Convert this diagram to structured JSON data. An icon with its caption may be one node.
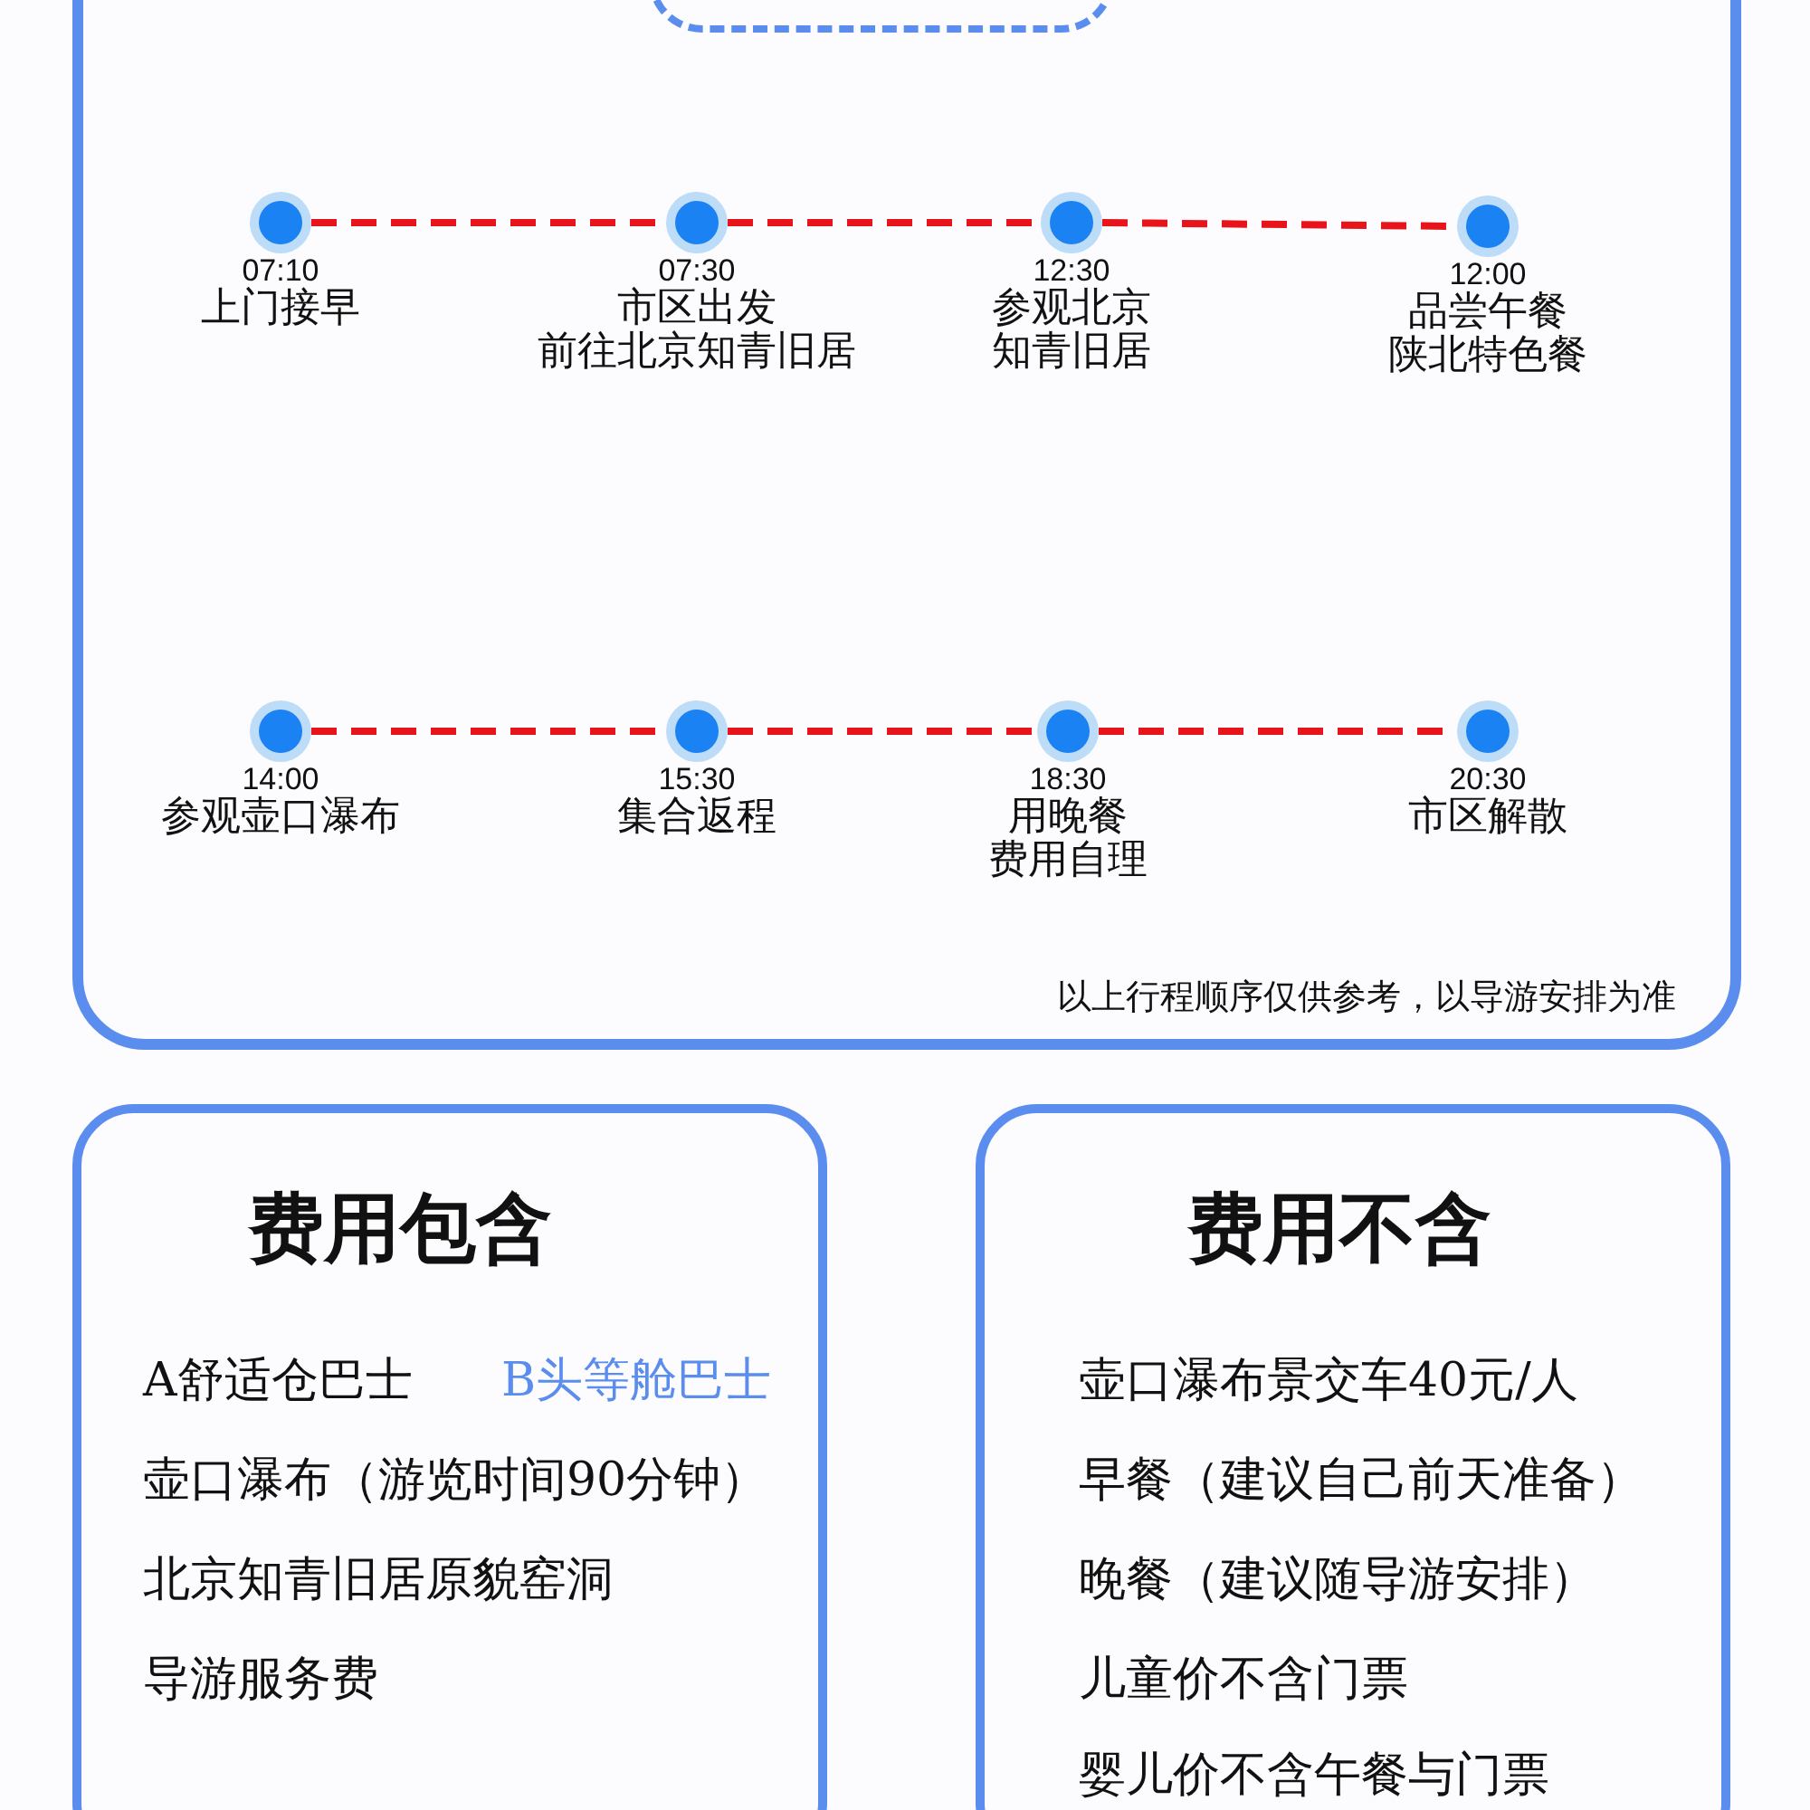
{
  "diagram": {
    "nodes": [
      {
        "text": [],
        "shape": "box"
      },
      {
        "text": [],
        "shape": "box",
        "in": 0
      },
      {
        "text": [],
        "shape": "circle",
        "in": 0,
        "beside": [
          "07:10",
          "上门接早"
        ]
      },
      {
        "text": [],
        "shape": "circle",
        "in": 0,
        "beside": [
          "07:30",
          "市区出发",
          "前往北京知青旧居"
        ]
      },
      {
        "text": [],
        "shape": "circle",
        "in": 0,
        "beside": [
          "12:30",
          "参观北京",
          "知青旧居"
        ]
      },
      {
        "text": [],
        "shape": "circle",
        "in": 0,
        "beside": [
          "12:00",
          "品尝午餐",
          "陕北特色餐"
        ]
      },
      {
        "text": [],
        "shape": "circle",
        "in": 0,
        "beside": [
          "14:00",
          "参观壶口瀑布"
        ]
      },
      {
        "text": [],
        "shape": "circle",
        "in": 0,
        "beside": [
          "15:30",
          "集合返程"
        ]
      },
      {
        "text": [],
        "shape": "circle",
        "in": 0,
        "beside": [
          "18:30",
          "用晚餐",
          "费用自理"
        ]
      },
      {
        "text": [],
        "shape": "circle",
        "in": 0,
        "beside": [
          "20:30",
          "市区解散"
        ]
      },
      {
        "text": [
          "费用包含",
          "A舒适仓巴士",
          "B头等舱巴士",
          "壶口瀑布（游览时间90分钟）",
          "北京知青旧居原貌窑洞",
          "导游服务费"
        ]
      },
      {
        "text": [
          "费用不含",
          "壶口瀑布景交车40元/人",
          "早餐（建议自己前天准备）",
          "晚餐（建议随导游安排）",
          "儿童价不含门票",
          "婴儿价不含午餐与门票"
        ]
      }
    ],
    "edges": [
      {
        "from": 2,
        "to": 3,
        "arrow": "none",
        "style": "dashed"
      },
      {
        "from": 3,
        "to": 4,
        "arrow": "none",
        "style": "dashed"
      },
      {
        "from": 4,
        "to": 5,
        "arrow": "none",
        "style": "dashed"
      },
      {
        "from": 6,
        "to": 7,
        "arrow": "none",
        "style": "dashed"
      },
      {
        "from": 7,
        "to": 8,
        "arrow": "none",
        "style": "dashed"
      },
      {
        "from": 8,
        "to": 9,
        "arrow": "none",
        "style": "dashed"
      }
    ],
    "labels": [
      "以上行程顺序仅供参考，以导游安排为准"
    ]
  }
}
